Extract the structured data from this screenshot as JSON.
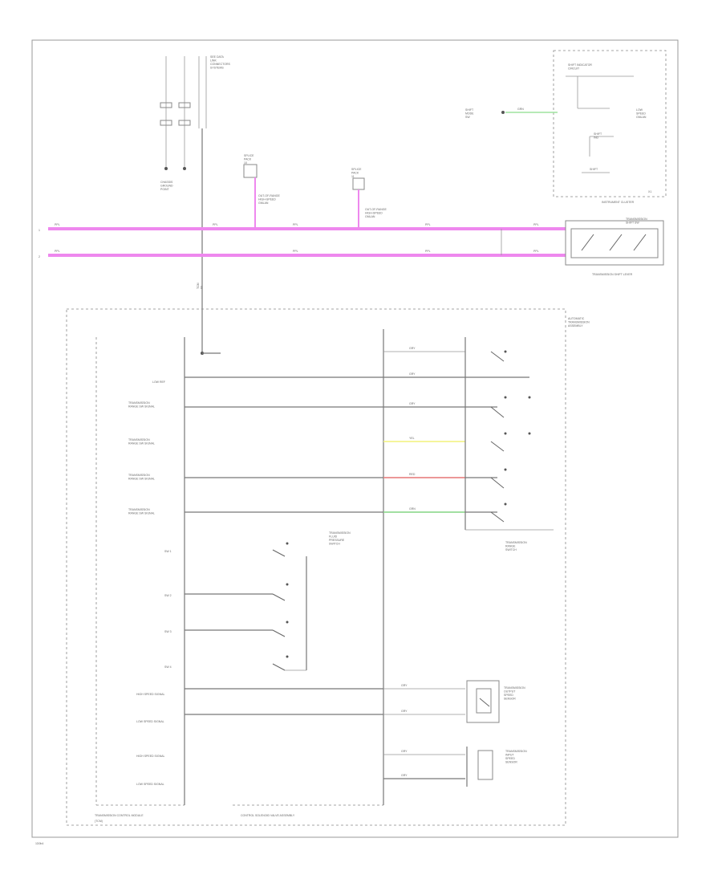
{
  "footer": {
    "code": "1D0b4"
  },
  "colors": {
    "can_bus": "#ee88ee",
    "wire_yellow": "#f2f27a",
    "wire_red": "#f28080",
    "wire_green": "#8fe08f",
    "wire_grey": "#777777",
    "wire_light_green": "#9fe49f"
  },
  "top_connectors": {
    "left_label": "CHASSIS\nGROUND\nPOINT",
    "right_label": "SEE DATA\nLINK\nCONNECTORS\nSYSTEMS"
  },
  "tcm_connector": {
    "label": "TCM\n60"
  },
  "splices": {
    "a": {
      "label": "SPLICE\nPACK\n10"
    },
    "b": {
      "label": "SPLICE\nPACK\n11"
    }
  },
  "can_bus": {
    "line1_id": "1",
    "line2_id": "2",
    "wire_labels": [
      "PPL",
      "PPL",
      "PPL",
      "PPL",
      "PPL",
      "PPL",
      "PPL",
      "PPL",
      "PPL"
    ],
    "splice_note1": "OUT-OF-RANGE\nHIGH-SPEED\nGMLAN",
    "splice_note2": "OUT-OF-RANGE\nHIGH-SPEED\nGMLAN"
  },
  "instrument_cluster": {
    "label": "INSTRUMENT CLUSTER",
    "inner_title": "SHIFT INDICATOR\nCIRCUIT",
    "inner_text1": "LOW\nSPEED\nGMLAN",
    "inner_text2": "SHIFT\nIND",
    "inner_text3": "SHIFT",
    "connector_label": "SHIFT\nMODE\nSW",
    "wire_color": "GRN",
    "ref": "X1"
  },
  "shift_lever": {
    "label": "TRANSMISSION SHIFT LEVER",
    "inner": "TRANSMISSION\nSHIFT SW"
  },
  "automatic_transmission": {
    "label": "AUTOMATIC\nTRANSMISSION\nASSEMBLY"
  },
  "tcm": {
    "label": "TRANSMISSION CONTROL MODULE",
    "label_sub": "(TCM)",
    "pins": [
      "LOW REF",
      "TRANSMISSION\nRANGE SW SIGNAL",
      "TRANSMISSION\nRANGE SW SIGNAL",
      "TRANSMISSION\nRANGE SW SIGNAL",
      "TRANSMISSION\nRANGE SW SIGNAL",
      "SW 1",
      "SW 2",
      "SW 3",
      "SW 4",
      "HIGH SPEED SIGNAL",
      "LOW SPEED SIGNAL",
      "HIGH SPEED SIGNAL",
      "LOW SPEED SIGNAL"
    ]
  },
  "valve_body": {
    "label": "CONTROL SOLENOID VALVE ASSEMBLY"
  },
  "range_switch": {
    "label": "TRANSMISSION\nRANGE\nSWITCH"
  },
  "pressure_switch": {
    "label": "TRANSMISSION\nFLUID\nPRESSURE\nSWITCH"
  },
  "speed_sensor_1": {
    "label": "TRANSMISSION\nOUTPUT\nSPEED\nSENSOR"
  },
  "speed_sensor_2": {
    "label": "TRANSMISSION\nINPUT\nSPEED\nSENSOR"
  },
  "wires": {
    "w1": "GRY",
    "w2": "GRY",
    "w3": "GRY",
    "w4": "YEL",
    "w5": "RED",
    "w6": "GRN",
    "w7": "GRY",
    "w8": "GRY",
    "w9": "GRY",
    "w10": "GRY"
  }
}
